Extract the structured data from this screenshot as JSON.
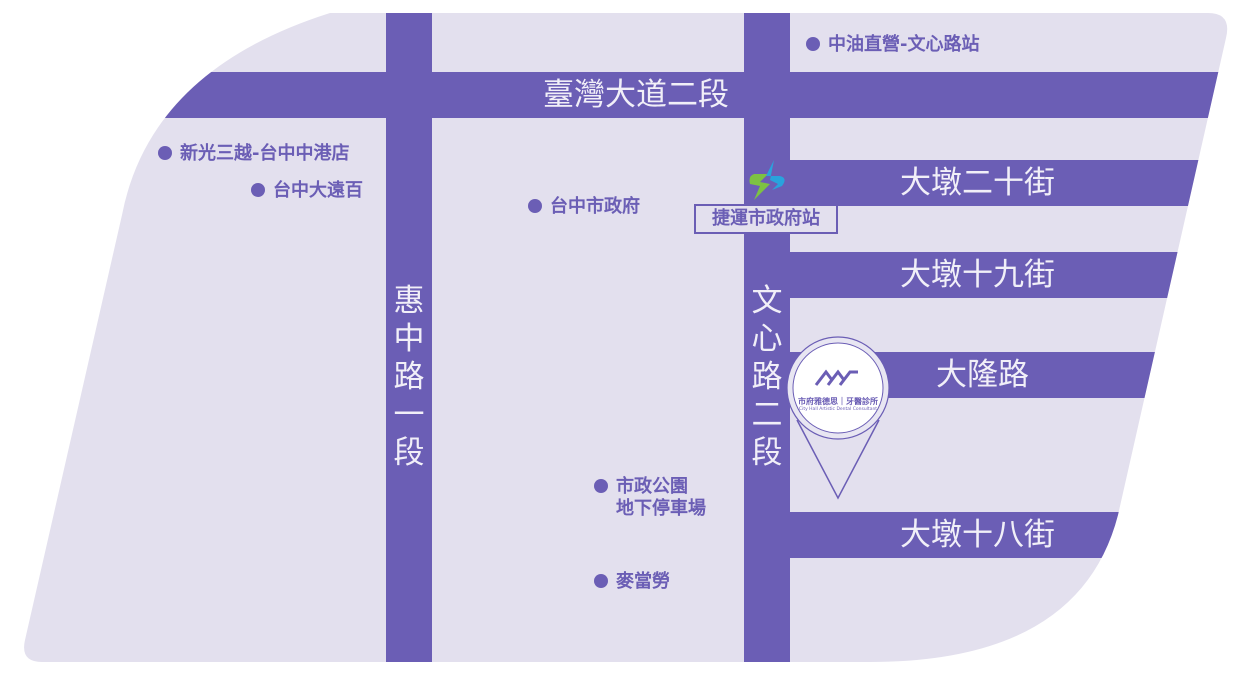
{
  "colors": {
    "background": "#e3e0ee",
    "road": "#6b5eb5",
    "road_text": "#f1eff8",
    "metro_green": "#7dc242",
    "metro_blue": "#29a3dd"
  },
  "roads": {
    "taiwan_blvd": "臺灣大道二段",
    "huizhong": "惠中路一段",
    "wenxin": "文心路二段",
    "dadun20": "大墩二十街",
    "dadun19": "大墩十九街",
    "dalong": "大隆路",
    "dadun18": "大墩十八街"
  },
  "landmarks": {
    "cpc": "中油直營-文心路站",
    "shinkong": "新光三越-台中中港店",
    "fareastern": "台中大遠百",
    "cityhall": "台中市政府",
    "parking_line1": "市政公園",
    "parking_line2": "地下停車場",
    "mcd": "麥當勞"
  },
  "metro": {
    "station": "捷運市政府站",
    "icon": "metro-logo-icon"
  },
  "clinic": {
    "name_zh": "市府雅德思｜牙醫診所",
    "name_en": "City Hall Artistic Dental Consultant",
    "icon": "clinic-logo-icon"
  }
}
